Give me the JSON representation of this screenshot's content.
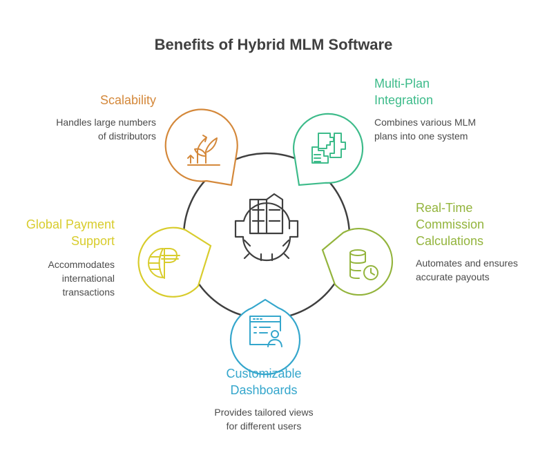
{
  "title": "Benefits of Hybrid MLM Software",
  "colors": {
    "scalability": "#d4883a",
    "multi_plan": "#3dbb8a",
    "real_time": "#93b43c",
    "dashboards": "#34a6cc",
    "global_payment": "#d8cc2c",
    "ring": "#3f3f3f",
    "text": "#4a4a4a"
  },
  "center_icon": "building-gear-icon",
  "benefits": [
    {
      "key": "scalability",
      "heading": [
        "Scalability"
      ],
      "description": [
        "Handles large numbers",
        "of distributors"
      ],
      "icon": "growth-chart-icon"
    },
    {
      "key": "multi_plan",
      "heading": [
        "Multi-Plan",
        "Integration"
      ],
      "description": [
        "Combines various MLM",
        "plans into one system"
      ],
      "icon": "puzzle-pieces-icon"
    },
    {
      "key": "real_time",
      "heading": [
        "Real-Time",
        "Commission",
        "Calculations"
      ],
      "description": [
        "Automates and ensures",
        "accurate payouts"
      ],
      "icon": "database-clock-icon"
    },
    {
      "key": "dashboards",
      "heading": [
        "Customizable",
        "Dashboards"
      ],
      "description": [
        "Provides tailored views",
        "for different users"
      ],
      "icon": "dashboard-user-icon"
    },
    {
      "key": "global_payment",
      "heading": [
        "Global Payment",
        "Support"
      ],
      "description": [
        "Accommodates",
        "international",
        "transactions"
      ],
      "icon": "globe-currency-icon"
    }
  ]
}
